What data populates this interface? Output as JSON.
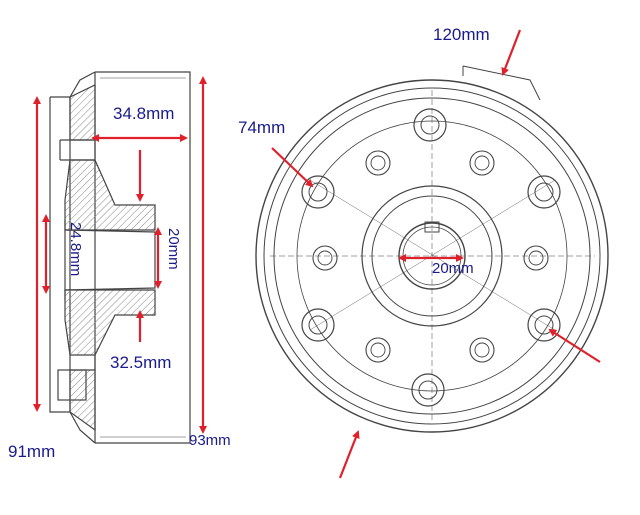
{
  "colors": {
    "line": "#444444",
    "arrow": "#e0202a",
    "label": "#1a1a8c",
    "hatch": "#777777"
  },
  "labels": {
    "width_34_8": "34.8mm",
    "bore_24_8": "24.8mm",
    "inner_20": "20mm",
    "width_32_5": "32.5mm",
    "dia_91": "91mm",
    "dia_93": "93mm",
    "dia_120": "120mm",
    "bolt_74": "74mm",
    "shaft_20": "20mm"
  }
}
